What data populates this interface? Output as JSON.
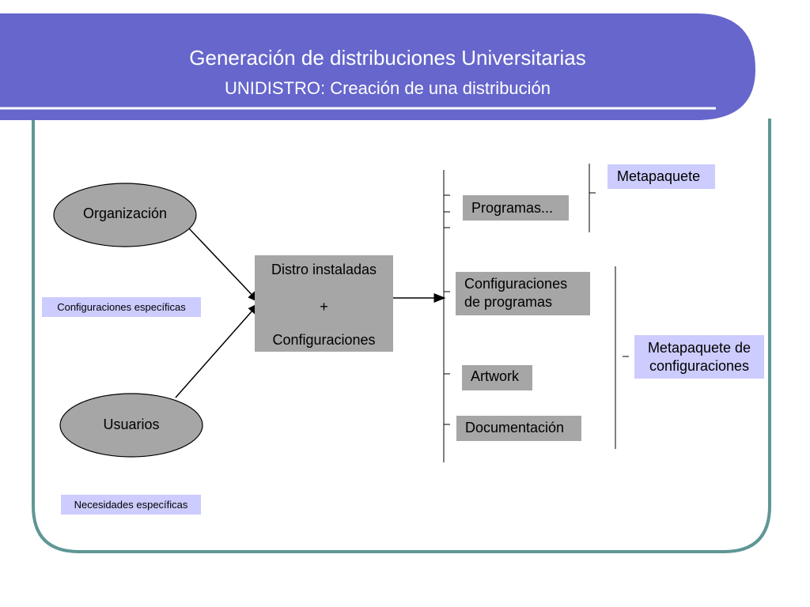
{
  "header": {
    "title": "Generación de distribuciones Universitarias",
    "subtitle": "UNIDISTRO: Creación de una distribución"
  },
  "colors": {
    "header": "#6666cc",
    "frame": "#5f9696",
    "gray_box": "#a6a6a6",
    "purple_box": "#ccccff"
  },
  "diagram": {
    "organizacion": "Organización",
    "config_especificas": "Configuraciones específicas",
    "usuarios": "Usuarios",
    "necesidades_especificas": "Necesidades específicas",
    "center": {
      "line1": "Distro instaladas",
      "plus": "+",
      "line2": "Configuraciones"
    },
    "programas": "Programas...",
    "config_programas_1": "Configuraciones",
    "config_programas_2": "de programas",
    "artwork": "Artwork",
    "documentacion": "Documentación",
    "metapaquete": "Metapaquete",
    "metapaquete_config_1": "Metapaquete de",
    "metapaquete_config_2": "configuraciones"
  }
}
